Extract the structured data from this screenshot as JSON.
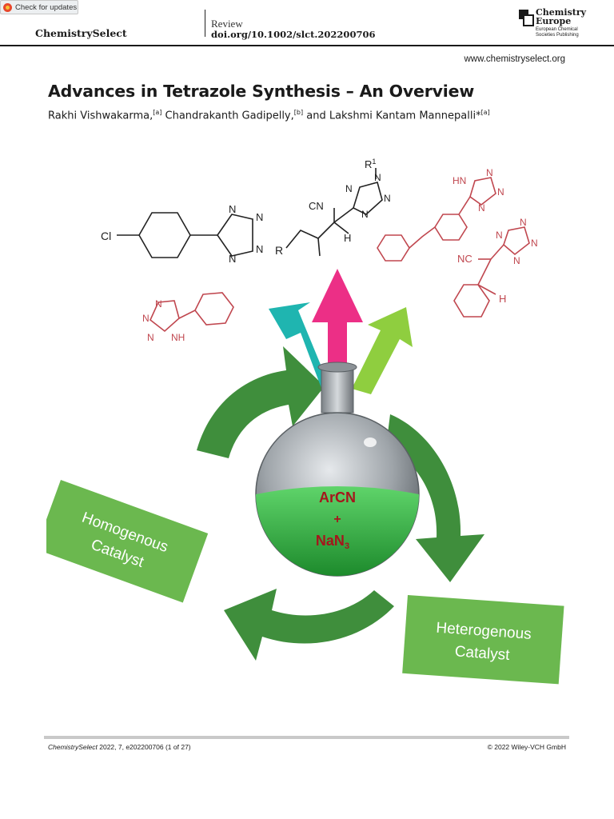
{
  "badge": {
    "label": "Check for updates"
  },
  "header": {
    "journal": "ChemistrySelect",
    "article_type": "Review",
    "doi": "doi.org/10.1002/slct.202200706",
    "publisher_line1": "Chemistry",
    "publisher_line2": "Europe",
    "publisher_sub1": "European Chemical",
    "publisher_sub2": "Societies Publishing",
    "website": "www.chemistryselect.org"
  },
  "article": {
    "title": "Advances in Tetrazole Synthesis – An Overview",
    "authors": [
      {
        "name": "Rakhi Vishwakarma,",
        "aff": "[a]"
      },
      {
        "name": "Chandrakanth Gadipelly,",
        "aff": "[b]"
      },
      {
        "name": "and Lakshmi Kantam Mannepalli*",
        "aff": "[a]"
      }
    ]
  },
  "graphic": {
    "flask_reagent1": "ArCN",
    "flask_plus": "+",
    "flask_reagent2": "NaN",
    "flask_reagent2_sub": "3",
    "label_homogenous_1": "Homogenous",
    "label_homogenous_2": "Catalyst",
    "label_heterogenous_1": "Heterogenous",
    "label_heterogenous_2": "Catalyst",
    "chem": {
      "cl": "Cl",
      "n": "N",
      "cn": "CN",
      "nc": "NC",
      "h": "H",
      "r1": "R",
      "r1_sup": "1",
      "r": "R",
      "hn": "HN",
      "nh": "NH"
    },
    "colors": {
      "green_dark": "#3d8c3a",
      "green_light": "#6bb84f",
      "pink": "#ec2f86",
      "teal": "#1fb5b0",
      "lime": "#8fce3f",
      "red_struct": "#c0474f"
    }
  },
  "footer": {
    "journal_italic": "ChemistrySelect",
    "citation": " 2022, 7, e202200706 (1 of 27)",
    "copyright": "© 2022 Wiley-VCH GmbH"
  }
}
